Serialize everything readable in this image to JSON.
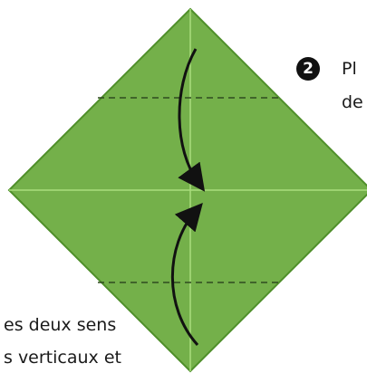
{
  "step": {
    "number": "2",
    "text_line1": "Pl",
    "text_line2": "de"
  },
  "previous_step_text": {
    "line1": "es deux sens",
    "line2": "s verticaux et"
  },
  "colors": {
    "paper_fill": "#74b04a",
    "paper_edge": "#4f8f2a",
    "crease_line": "#a9dd7c",
    "fold_guide": "#2f4a1f",
    "arrow": "#111111",
    "badge": "#111111"
  },
  "icons": {
    "fold_arrow_top": "curved-arrow-down-icon",
    "fold_arrow_bottom": "curved-arrow-up-icon"
  }
}
